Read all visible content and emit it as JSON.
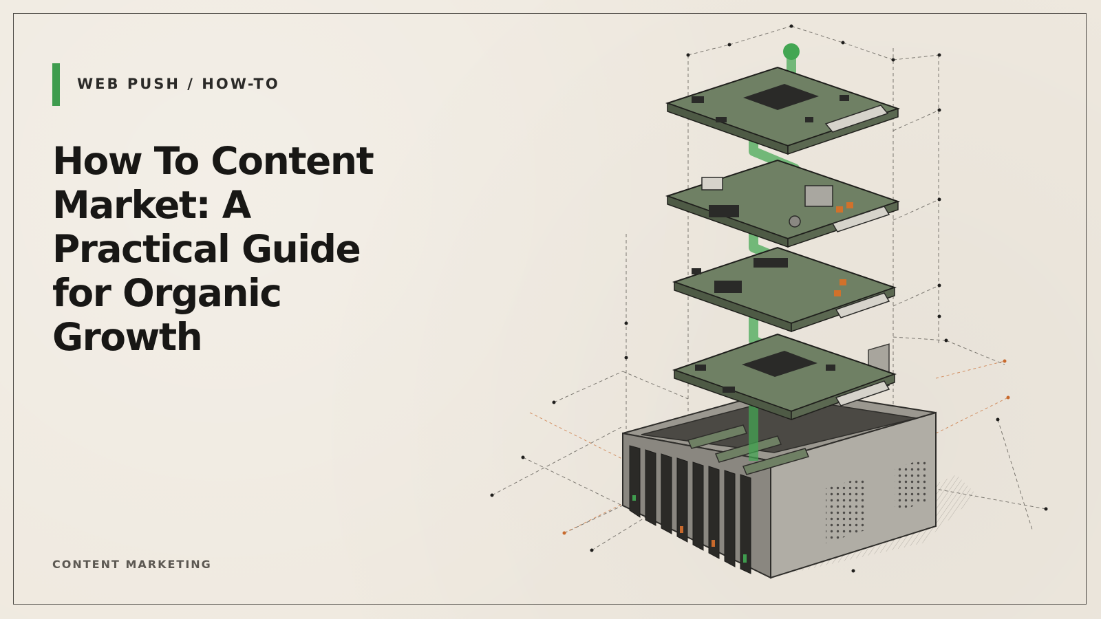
{
  "header": {
    "kicker": "WEB PUSH / HOW-TO"
  },
  "main": {
    "title_lines": [
      "How To Content",
      "Market: A",
      "Practical Guide",
      "for Organic",
      "Growth"
    ]
  },
  "footer": {
    "category": "CONTENT MARKETING"
  },
  "illustration": {
    "subject": "exploded-server-diagram",
    "board_count": 4
  },
  "colors": {
    "background": "#efe9df",
    "accent": "#3f9c4e",
    "text": "#181715",
    "board": "#6f8064",
    "orange_mark": "#d1712b"
  }
}
